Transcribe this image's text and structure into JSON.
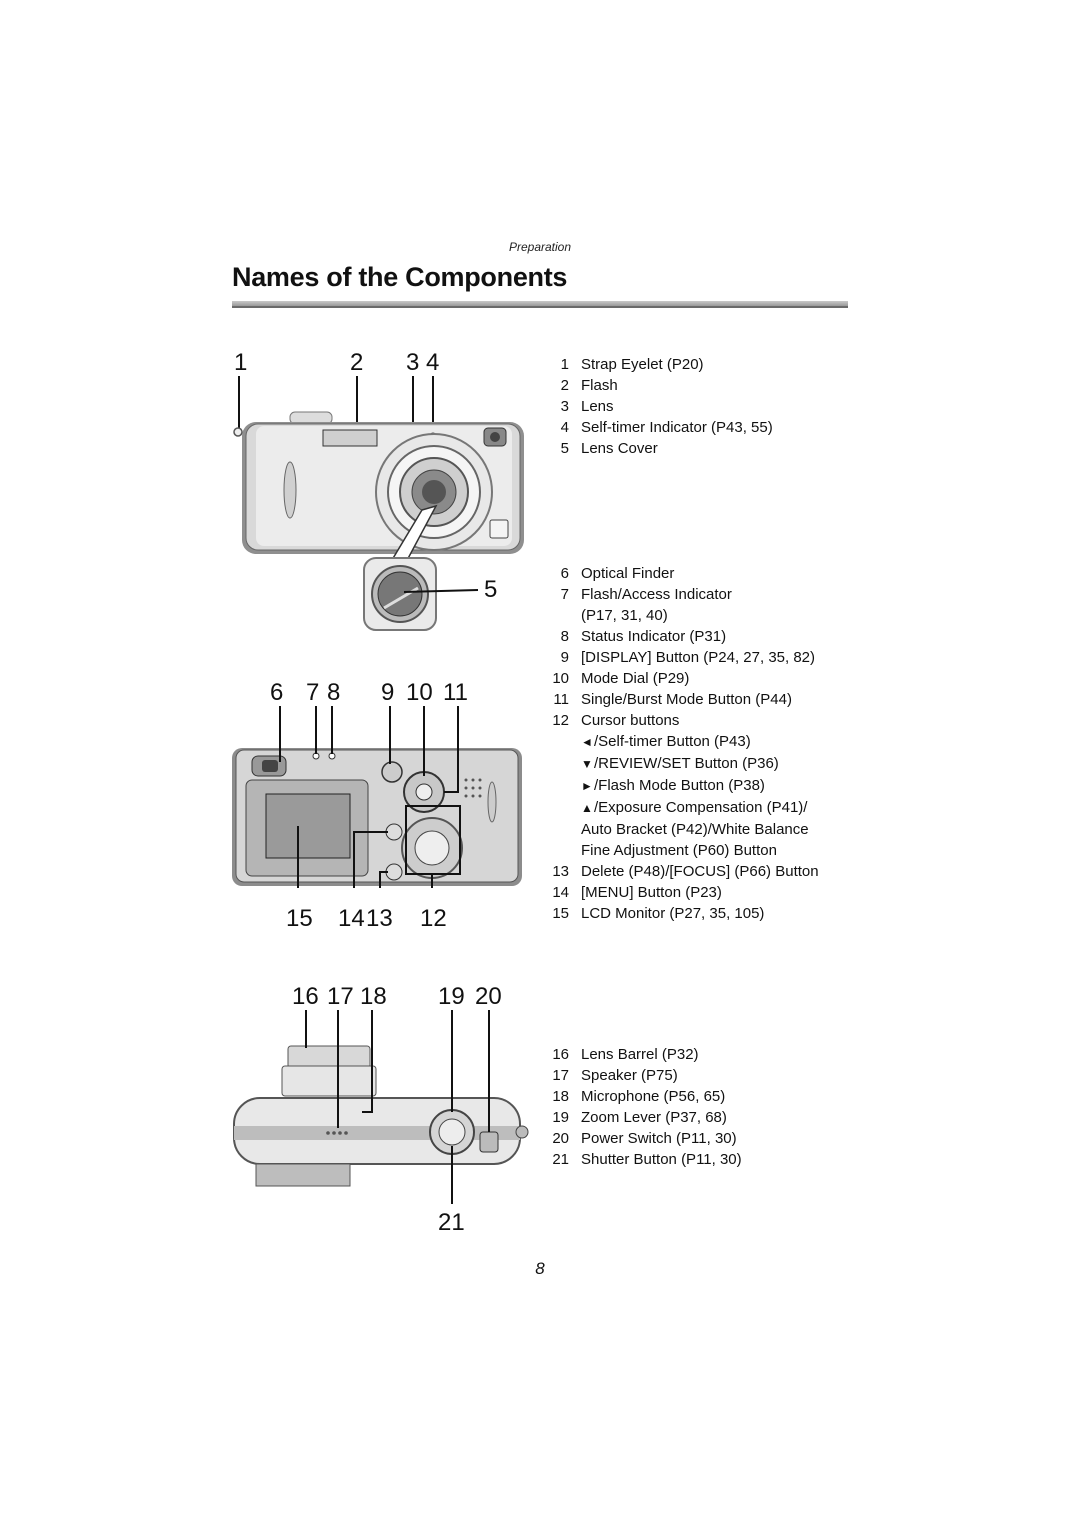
{
  "header": {
    "section": "Preparation",
    "title": "Names of the Components"
  },
  "figures": {
    "front": {
      "labels": [
        "1",
        "2",
        "3 4",
        "5"
      ]
    },
    "back": {
      "labels": [
        "6",
        "7",
        "8",
        "9",
        "10",
        "11",
        "15",
        "14",
        "13",
        "12"
      ]
    },
    "top": {
      "labels": [
        "16",
        "17",
        "18",
        "19",
        "20",
        "21"
      ]
    }
  },
  "list1": [
    {
      "n": "1",
      "text": "Strap Eyelet (P20)"
    },
    {
      "n": "2",
      "text": "Flash"
    },
    {
      "n": "3",
      "text": "Lens"
    },
    {
      "n": "4",
      "text": "Self-timer Indicator (P43, 55)"
    },
    {
      "n": "5",
      "text": "Lens Cover"
    }
  ],
  "list2": [
    {
      "n": "6",
      "text": "Optical Finder"
    },
    {
      "n": "7",
      "text": "Flash/Access Indicator"
    },
    {
      "n": "",
      "text": "(P17, 31, 40)"
    },
    {
      "n": "8",
      "text": "Status Indicator (P31)"
    },
    {
      "n": "9",
      "text": "[DISPLAY] Button (P24, 27, 35, 82)"
    },
    {
      "n": "10",
      "text": "Mode Dial (P29)"
    },
    {
      "n": "11",
      "text": "Single/Burst Mode Button (P44)"
    },
    {
      "n": "12",
      "text": "Cursor buttons"
    },
    {
      "n": "",
      "arrow": "◄",
      "text": "/Self-timer Button (P43)"
    },
    {
      "n": "",
      "arrow": "▼",
      "text": "/REVIEW/SET Button (P36)"
    },
    {
      "n": "",
      "arrow": "►",
      "text": "/Flash Mode Button (P38)"
    },
    {
      "n": "",
      "arrow": "▲",
      "text": "/Exposure Compensation (P41)/"
    },
    {
      "n": "",
      "text": "Auto Bracket (P42)/White Balance"
    },
    {
      "n": "",
      "text": "Fine Adjustment (P60) Button"
    },
    {
      "n": "13",
      "text": "Delete (P48)/[FOCUS] (P66) Button"
    },
    {
      "n": "14",
      "text": "[MENU] Button (P23)"
    },
    {
      "n": "15",
      "text": "LCD Monitor (P27, 35, 105)"
    }
  ],
  "list3": [
    {
      "n": "16",
      "text": "Lens Barrel (P32)"
    },
    {
      "n": "17",
      "text": "Speaker (P75)"
    },
    {
      "n": "18",
      "text": "Microphone (P56, 65)"
    },
    {
      "n": "19",
      "text": "Zoom Lever (P37, 68)"
    },
    {
      "n": "20",
      "text": "Power Switch (P11, 30)"
    },
    {
      "n": "21",
      "text": "Shutter Button (P11, 30)"
    }
  ],
  "footer": {
    "page_number": "8"
  }
}
